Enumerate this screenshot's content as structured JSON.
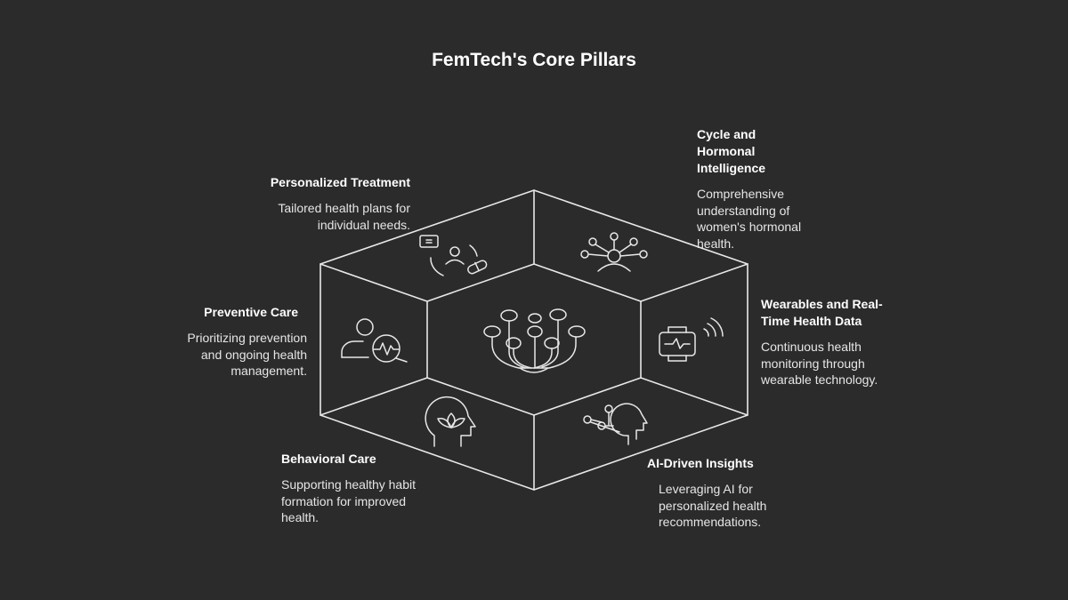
{
  "title": "FemTech's Core Pillars",
  "colors": {
    "background": "#2b2b2b",
    "line": "#e8e8e8",
    "text": "#ffffff"
  },
  "pillars": [
    {
      "id": "personalized",
      "heading": "Personalized Treatment",
      "description": "Tailored health plans for individual needs.",
      "icon": "pill-clipboard-person-icon"
    },
    {
      "id": "cycle",
      "heading": "Cycle and Hormonal Intelligence",
      "description": "Comprehensive understanding of women's hormonal health.",
      "icon": "hormone-network-icon"
    },
    {
      "id": "preventive",
      "heading": "Preventive Care",
      "description": "Prioritizing prevention and ongoing health management.",
      "icon": "person-heartbeat-magnifier-icon"
    },
    {
      "id": "wearables",
      "heading": "Wearables and Real-Time Health Data",
      "description": "Continuous health monitoring through wearable technology.",
      "icon": "smartwatch-signal-icon"
    },
    {
      "id": "behavioral",
      "heading": "Behavioral Care",
      "description": "Supporting healthy habit formation for improved health.",
      "icon": "head-lotus-icon"
    },
    {
      "id": "ai",
      "heading": "AI-Driven Insights",
      "description": "Leveraging AI for personalized health recommendations.",
      "icon": "head-ai-nodes-icon"
    }
  ],
  "center_icon": "central-tree-network-icon"
}
